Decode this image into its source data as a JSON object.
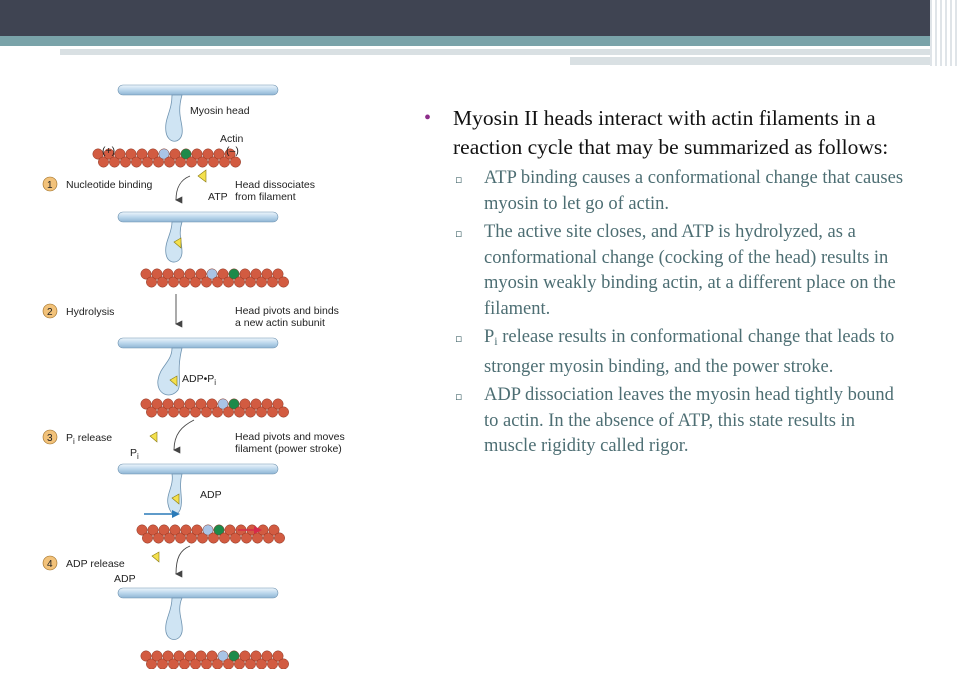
{
  "slide": {
    "main_bullet": "Myosin II heads interact with actin filaments in a reaction cycle that may be summarized as follows:",
    "sub_bullets": [
      {
        "text": "ATP binding causes a conformational change that causes myosin to let go of actin."
      },
      {
        "text": "The active site closes, and ATP is hydrolyzed, as a conformational change (cocking of the head) results in  myosin weakly binding actin, at a different place on the filament."
      },
      {
        "prefix": "P",
        "sub": "i",
        "text": " release results in conformational change that leads to stronger myosin binding, and the power stroke."
      },
      {
        "text": "ADP dissociation leaves the myosin head tightly bound to actin. In the absence of ATP, this state results in muscle rigidity called rigor."
      }
    ]
  },
  "figure": {
    "myosin_head": "Myosin head",
    "actin": "Actin",
    "plus_end": "(+)",
    "minus_end": "(–)",
    "atp": "ATP",
    "adp_pi_base": "ADP•P",
    "adp": "ADP",
    "pi_base": "P",
    "i_sub": "i",
    "steps": [
      {
        "num": "1",
        "label": "Nucleotide binding",
        "desc1": "Head dissociates",
        "desc2": "from filament"
      },
      {
        "num": "2",
        "label": "Hydrolysis",
        "desc1": "Head pivots and binds",
        "desc2": "a new actin subunit"
      },
      {
        "num": "3",
        "label_base": "P",
        "label_sub": "i",
        "label_rest": " release",
        "desc1": "Head pivots and moves",
        "desc2": "filament (power stroke)"
      },
      {
        "num": "4",
        "label": "ADP release"
      }
    ],
    "colors": {
      "thick_filament": "#cfe3f1",
      "actin_bead": "#d25b41",
      "green_bead": "#1d8a4a",
      "blue_bead": "#a9c4e6",
      "step_badge": "#f2c27a",
      "atp_triangle": "#f4e04d",
      "move_arrow": "#2a7ab8",
      "stroke_arrow": "#d62a4a"
    }
  }
}
